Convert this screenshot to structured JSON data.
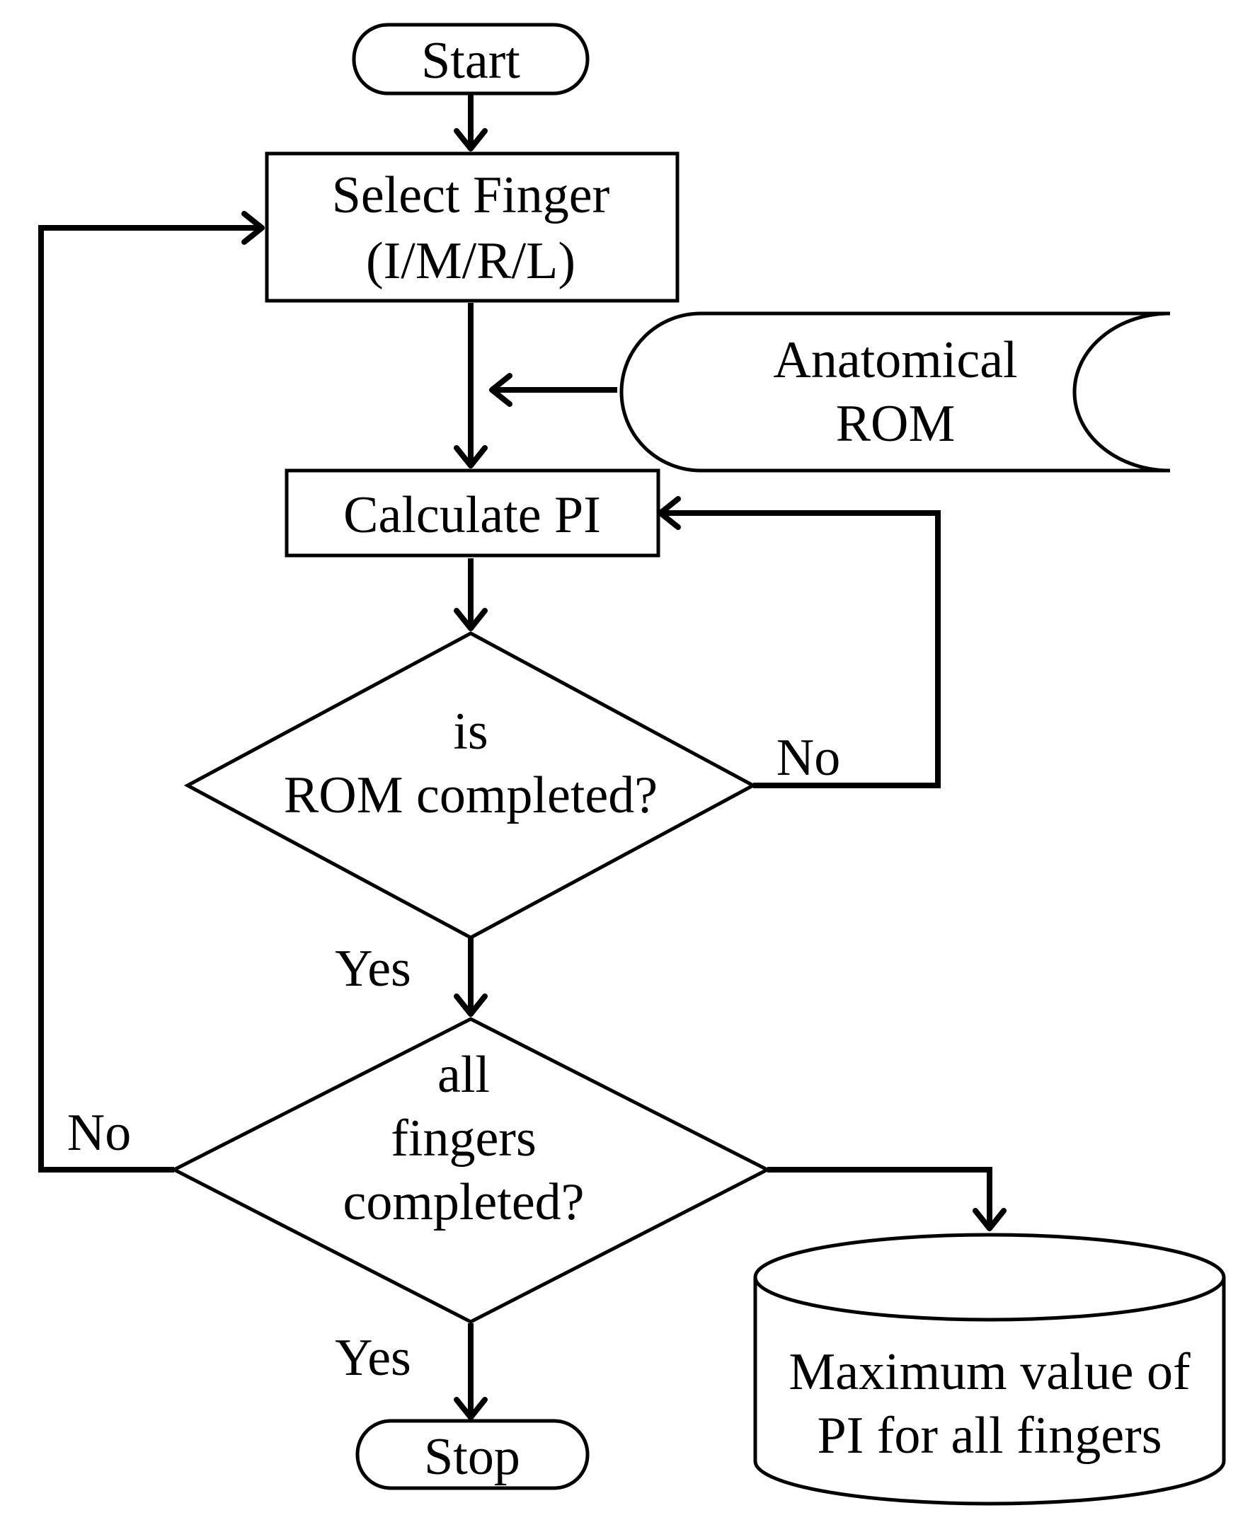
{
  "flowchart": {
    "start": "Start",
    "select_finger": [
      "Select Finger",
      "(I/M/R/L)"
    ],
    "anatomical_rom": [
      "Anatomical",
      "ROM"
    ],
    "calculate_pi": "Calculate PI",
    "rom_decision": [
      "is",
      "ROM completed?"
    ],
    "fingers_decision": [
      "all",
      "fingers",
      "completed?"
    ],
    "result_store": [
      "Maximum value of",
      "PI for all fingers"
    ],
    "stop": "Stop",
    "edge_labels": {
      "rom_no": "No",
      "rom_yes": "Yes",
      "fingers_no": "No",
      "fingers_yes": "Yes"
    }
  }
}
